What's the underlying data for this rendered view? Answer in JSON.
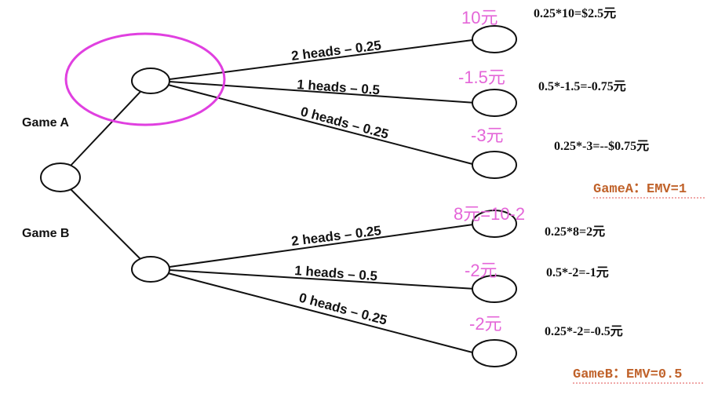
{
  "labels": {
    "game_a": "Game A",
    "game_b": "Game B"
  },
  "branches_a": [
    "2 heads – 0.25",
    "1 heads – 0.5",
    "0 heads – 0.25"
  ],
  "branches_b": [
    "2 heads – 0.25",
    "1 heads – 0.5",
    "0 heads – 0.25"
  ],
  "payoffs_a": [
    "10元",
    "-1.5元",
    "-3元"
  ],
  "payoffs_b": [
    "8元=10-2",
    "-2元",
    "-2元"
  ],
  "calcs_a": [
    "0.25*10=$2.5元",
    "0.5*-1.5=-0.75元",
    "0.25*-3=--$0.75元"
  ],
  "calcs_b": [
    "0.25*8=2元",
    "0.5*-2=-1元",
    "0.25*-2=-0.5元"
  ],
  "emv_a": "GameA：EMV=1",
  "emv_b": "GameB：EMV=0.5",
  "colors": {
    "highlight": "#e040e0",
    "payoff": "#e466d8",
    "emv": "#c0622a",
    "line": "#111111"
  }
}
